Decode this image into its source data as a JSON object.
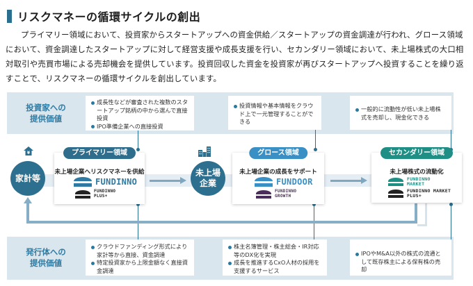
{
  "title": "リスクマネーの循環サイクルの創出",
  "intro": "プライマリー領域において、投資家からスタートアップへの資金供給／スタートアップの資金調達が行われ、グロース領域において、資金調達したスタートアップに対して経営支援や成長支援を行い、セカンダリー領域において、未上場株式の大口相対取引や売買市場による売却機会を提供しています。投資回収した資金を投資家が再びスタートアップへ投資することを繰り返すことで、リスクマネーの循環サイクルを創出しています。",
  "colors": {
    "primary_accent": "#2d6f8e",
    "primary_pill": "#2e6d8c",
    "growth_pill": "#3a8fc4",
    "secondary_pill": "#1f8f86",
    "band": "#d9e6ee",
    "band_label": "#2d7ba3"
  },
  "investor_value": {
    "label_line1": "投資家への",
    "label_line2": "提供価値",
    "boxes": [
      {
        "items": [
          "成長性などが審査された複数のスタートアップ銘柄の中から選んで直接投資",
          "IPO準備企業への直接投資"
        ]
      },
      {
        "items": [
          "投資情報や基本情報をクラウド上で一元管理することができる"
        ]
      },
      {
        "items": [
          "一般的に流動性が低い未上場株式を売却し、現金化できる"
        ]
      }
    ]
  },
  "issuer_value": {
    "label_line1": "発行体への",
    "label_line2": "提供価値",
    "boxes": [
      {
        "items": [
          "クラウドファンディング形式により家計等から直接、資金調達",
          "特定投資家から上限金額なく直接資金調達"
        ]
      },
      {
        "items": [
          "株主名簿管理・株主総会・IR対応等のDX化を実現",
          "成長を推進するCxO人材の採用を支援するサービス"
        ]
      },
      {
        "items": [
          "IPOやM&A以外の株式の流通として既存株主による保有株の売却"
        ]
      }
    ]
  },
  "nodes": {
    "household": {
      "label": "家計等",
      "icon": "house-yen-icon"
    },
    "unlisted": {
      "label_line1": "未上場",
      "label_line2": "企業",
      "icon": "buildings-icon"
    }
  },
  "domains": {
    "primary": {
      "pill": "プライマリー領域",
      "subtitle": "未上場企業へリスクマネーを供給",
      "logos": [
        {
          "text": "FUNDINNO"
        },
        {
          "text_line1": "FUNDINNO",
          "text_line2": "PLUS+"
        }
      ]
    },
    "growth": {
      "pill": "グロース領域",
      "subtitle": "未上場企業の成長をサポート",
      "logos": [
        {
          "text": "FUNDOOR"
        },
        {
          "text_line1": "FUNDINNO",
          "text_line2": "GROWTH"
        }
      ]
    },
    "secondary": {
      "pill": "セカンダリー領域",
      "subtitle": "未上場株式の流動化",
      "logos": [
        {
          "text_line1": "FUNDINNO",
          "text_line2": "MARKET"
        },
        {
          "text_line1": "FUNDINNO MARKET",
          "text_line2": "PLUS+"
        }
      ]
    }
  }
}
